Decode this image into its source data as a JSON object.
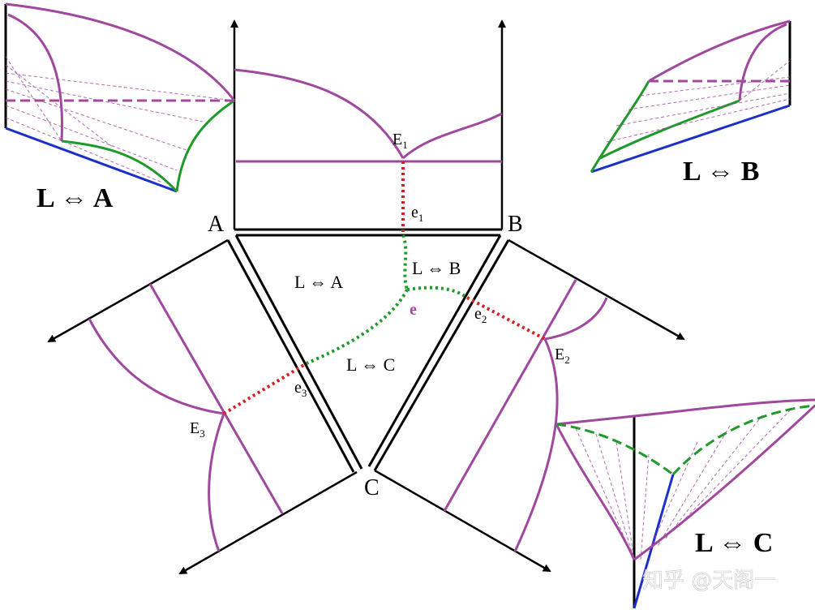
{
  "vertices": {
    "a": "A",
    "b": "B",
    "c": "C"
  },
  "fields": {
    "l_a": "L ⇔ A",
    "l_b": "L ⇔ B",
    "l_c": "L ⇔ C"
  },
  "points": {
    "E1_main": "E",
    "E1_sub": "1",
    "E2_main": "E",
    "E2_sub": "2",
    "E3_main": "E",
    "E3_sub": "3",
    "e1_main": "e",
    "e1_sub": "1",
    "e2_main": "e",
    "e2_sub": "2",
    "e3_main": "e",
    "e3_sub": "3",
    "e": "e"
  },
  "insets": {
    "a": "L ⇔ A",
    "b": "L ⇔ B",
    "c": "L ⇔ C"
  },
  "watermark": "知乎 @天阁一",
  "colors": {
    "liquidus": "#a0479e",
    "red_dotted": "#d62020",
    "green": "#1f9a2a",
    "blue": "#1c2fc8",
    "black": "#000000"
  }
}
